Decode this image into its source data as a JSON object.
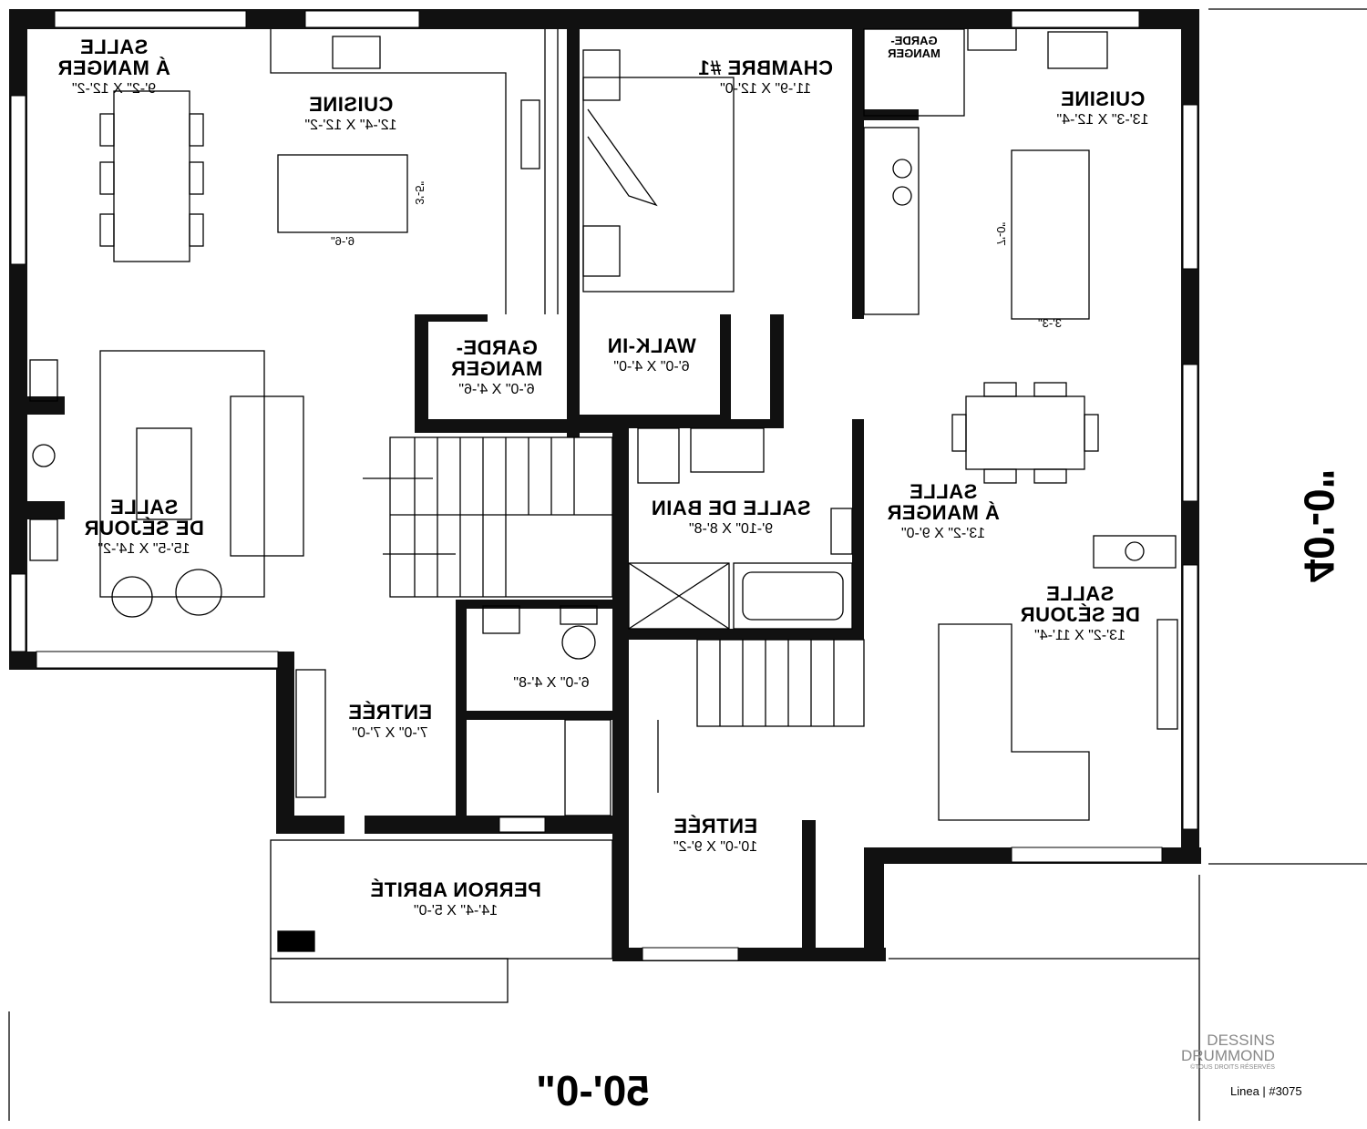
{
  "plan": {
    "width_label": "50'-0\"",
    "depth_label": "40'-0\""
  },
  "rooms_left": [
    {
      "name": "SALLE\nÁ MANGER",
      "line1": "SALLE",
      "line2": "Á MANGER",
      "dims": "9'-2\" X 12'-2\""
    },
    {
      "name": "CUISINE",
      "line1": "CUISINE",
      "dims": "12'-4\" X 12'-2\""
    },
    {
      "line1": "SALLE",
      "line2": "DE SÉJOUR",
      "dims": "15'-5\" X 14'-2\""
    },
    {
      "line1": "GARDE-",
      "line2": "MANGER",
      "dims": "6'-0\" X 4'-6\""
    },
    {
      "line1": "ENTRÉE",
      "dims": "7'-0\" X 7'-0\""
    },
    {
      "dims": "6'-0\" X 4'-8\""
    },
    {
      "line1": "PERRON ABRITÉ",
      "dims": "14'-4\" X 5'-0\""
    }
  ],
  "rooms_right": [
    {
      "line1": "CHAMBRE #1",
      "dims": "11'-9\" X 12'-0\""
    },
    {
      "line1": "GARDE-",
      "line2": "MANGER"
    },
    {
      "line1": "CUISINE",
      "dims": "13'-3\" X 12'-4\""
    },
    {
      "line1": "WALK-IN",
      "dims": "6'-0\" X 4'-0\""
    },
    {
      "line1": "SALLE DE BAIN",
      "dims": "9'-10\" X 8'-8\""
    },
    {
      "line1": "SALLE",
      "line2": "Á MANGER",
      "dims": "13'-2\" X 9'-0\""
    },
    {
      "line1": "SALLE",
      "line2": "DE SÉJOUR",
      "dims": "13'-2\" X 11'-4\""
    },
    {
      "line1": "ENTRÉE",
      "dims": "10'-0\" X 9'-2\""
    }
  ],
  "fixtures": {
    "island_left_w": "6'-6\"",
    "island_left_d": "3'-5\"",
    "island_right_w": "3'-3\"",
    "island_right_d": "7'-0\""
  },
  "branding": {
    "logo_line1": "DESSINS",
    "logo_line2": "DRUMMOND",
    "copyright": "©TOUS DROITS RÉSERVÉS",
    "reference": "Linea | #3075"
  },
  "colors": {
    "wall": "#000000",
    "line": "#000000",
    "background": "#ffffff"
  }
}
